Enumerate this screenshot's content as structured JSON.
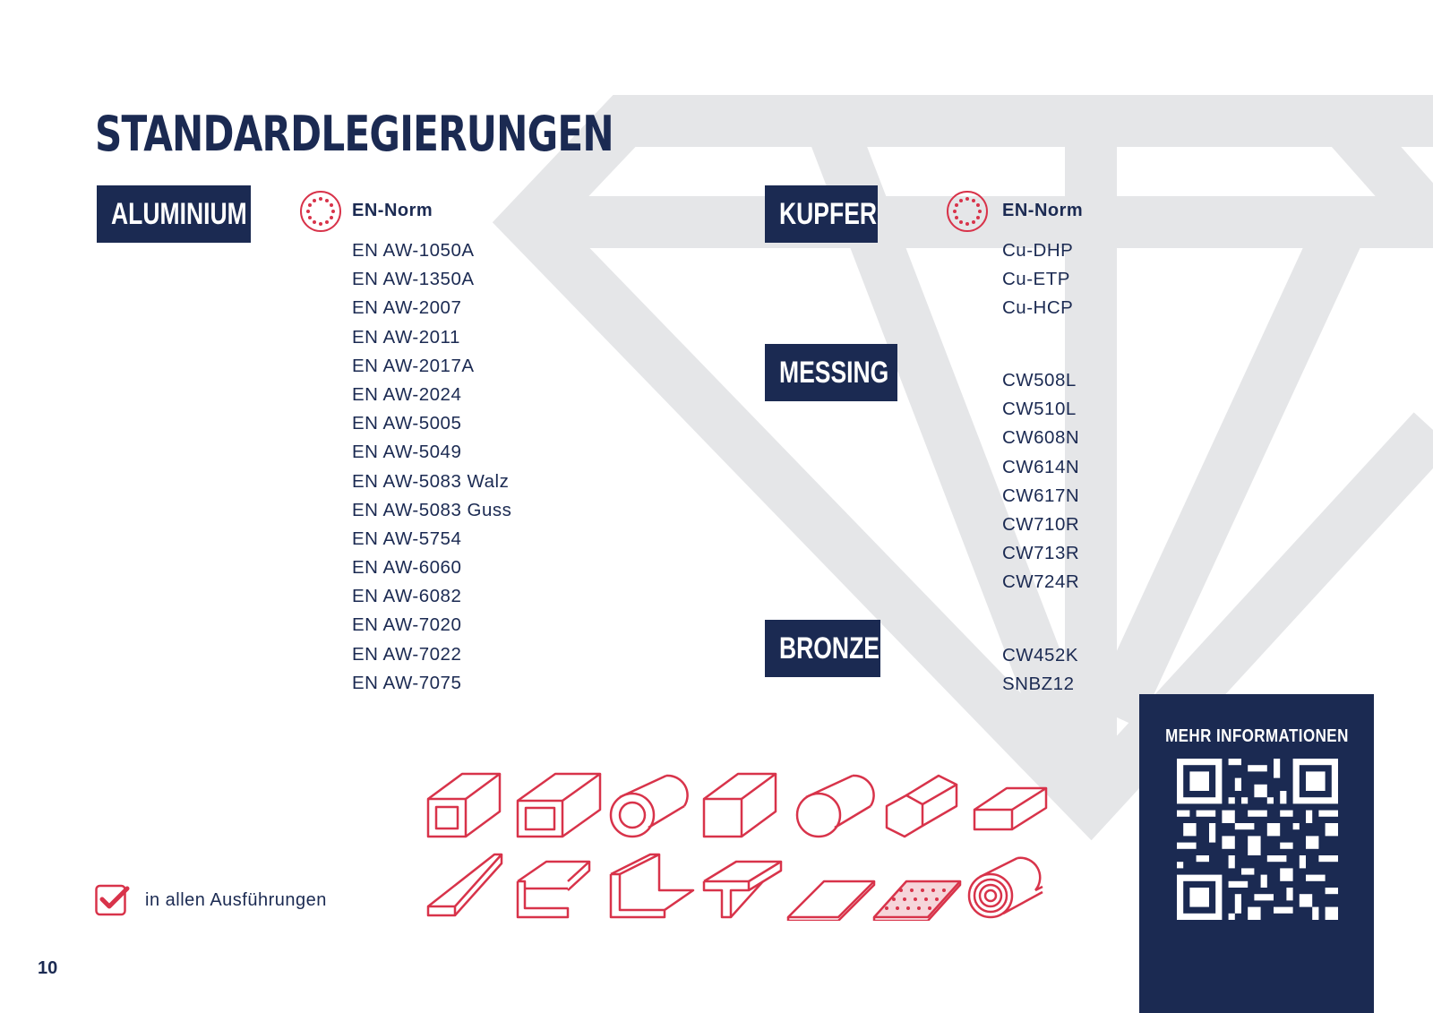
{
  "page": {
    "title": "STANDARDLEGIERUNGEN",
    "page_number": "10"
  },
  "colors": {
    "navy": "#1b2a52",
    "accent_red": "#d8334a",
    "diamond_gray": "#e5e6e8"
  },
  "aluminium": {
    "label": "ALUMINIUM",
    "norm_label": "EN-Norm",
    "norm_icon": "eu-stars-icon",
    "alloys": [
      "EN AW-1050A",
      "EN AW-1350A",
      "EN AW-2007",
      "EN AW-2011",
      "EN AW-2017A",
      "EN AW-2024",
      "EN AW-5005",
      "EN AW-5049",
      "EN AW-5083 Walz",
      "EN AW-5083 Guss",
      "EN AW-5754",
      "EN AW-6060",
      "EN AW-6082",
      "EN AW-7020",
      "EN AW-7022",
      "EN AW-7075"
    ]
  },
  "kupfer": {
    "label": "KUPFER",
    "norm_label": "EN-Norm",
    "norm_icon": "eu-stars-icon",
    "alloys": [
      "Cu-DHP",
      "Cu-ETP",
      "Cu-HCP"
    ]
  },
  "messing": {
    "label": "MESSING",
    "alloys": [
      "CW508L",
      "CW510L",
      "CW608N",
      "CW614N",
      "CW617N",
      "CW710R",
      "CW713R",
      "CW724R"
    ]
  },
  "bronze": {
    "label": "BRONZE",
    "alloys": [
      "CW452K",
      "SNBZ12"
    ]
  },
  "qr": {
    "title": "MEHR INFORMATIONEN",
    "icon": "qr-code-icon"
  },
  "legend": {
    "icon": "checkbox-checked-icon",
    "text": "in allen Ausführungen"
  },
  "profiles": {
    "icons": [
      "square-tube-icon",
      "rectangular-tube-icon",
      "round-tube-icon",
      "square-bar-icon",
      "round-bar-icon",
      "hex-bar-icon",
      "flat-bar-icon",
      "strip-icon",
      "u-channel-icon",
      "angle-profile-icon",
      "t-profile-icon",
      "sheet-icon",
      "perforated-sheet-icon",
      "coil-icon"
    ]
  }
}
